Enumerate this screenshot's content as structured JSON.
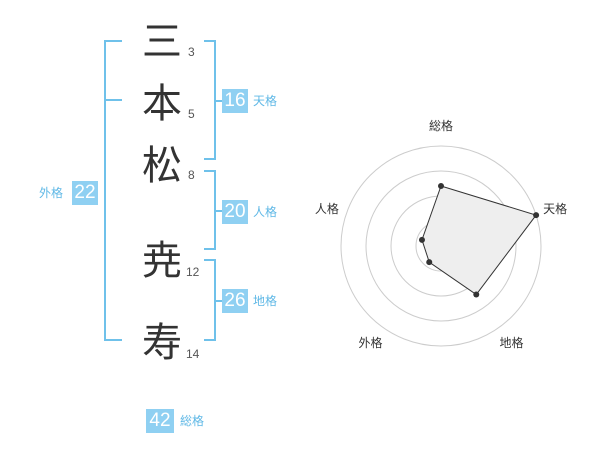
{
  "name": {
    "chars": [
      {
        "char": "三",
        "strokes": "3"
      },
      {
        "char": "本",
        "strokes": "5"
      },
      {
        "char": "松",
        "strokes": "8"
      },
      {
        "char": "尭",
        "strokes": "12"
      },
      {
        "char": "寿",
        "strokes": "14"
      }
    ]
  },
  "kakusu": {
    "tenkaku": {
      "value": "16",
      "label": "天格"
    },
    "jinkaku": {
      "value": "20",
      "label": "人格"
    },
    "chikaku": {
      "value": "26",
      "label": "地格"
    },
    "gaikaku": {
      "value": "22",
      "label": "外格"
    },
    "soukaku": {
      "value": "42",
      "label": "総格"
    }
  },
  "chart_data": {
    "type": "radar",
    "axes": [
      "総格",
      "天格",
      "地格",
      "外格",
      "人格"
    ],
    "values": [
      3,
      5,
      3,
      1,
      1
    ],
    "rmax": 5,
    "rings": 4,
    "fill": "#eeeeee",
    "line": "#333333"
  },
  "colors": {
    "accent": "#8fd0f2",
    "bracket": "#6fc1ea",
    "label": "#5fb8e6"
  }
}
